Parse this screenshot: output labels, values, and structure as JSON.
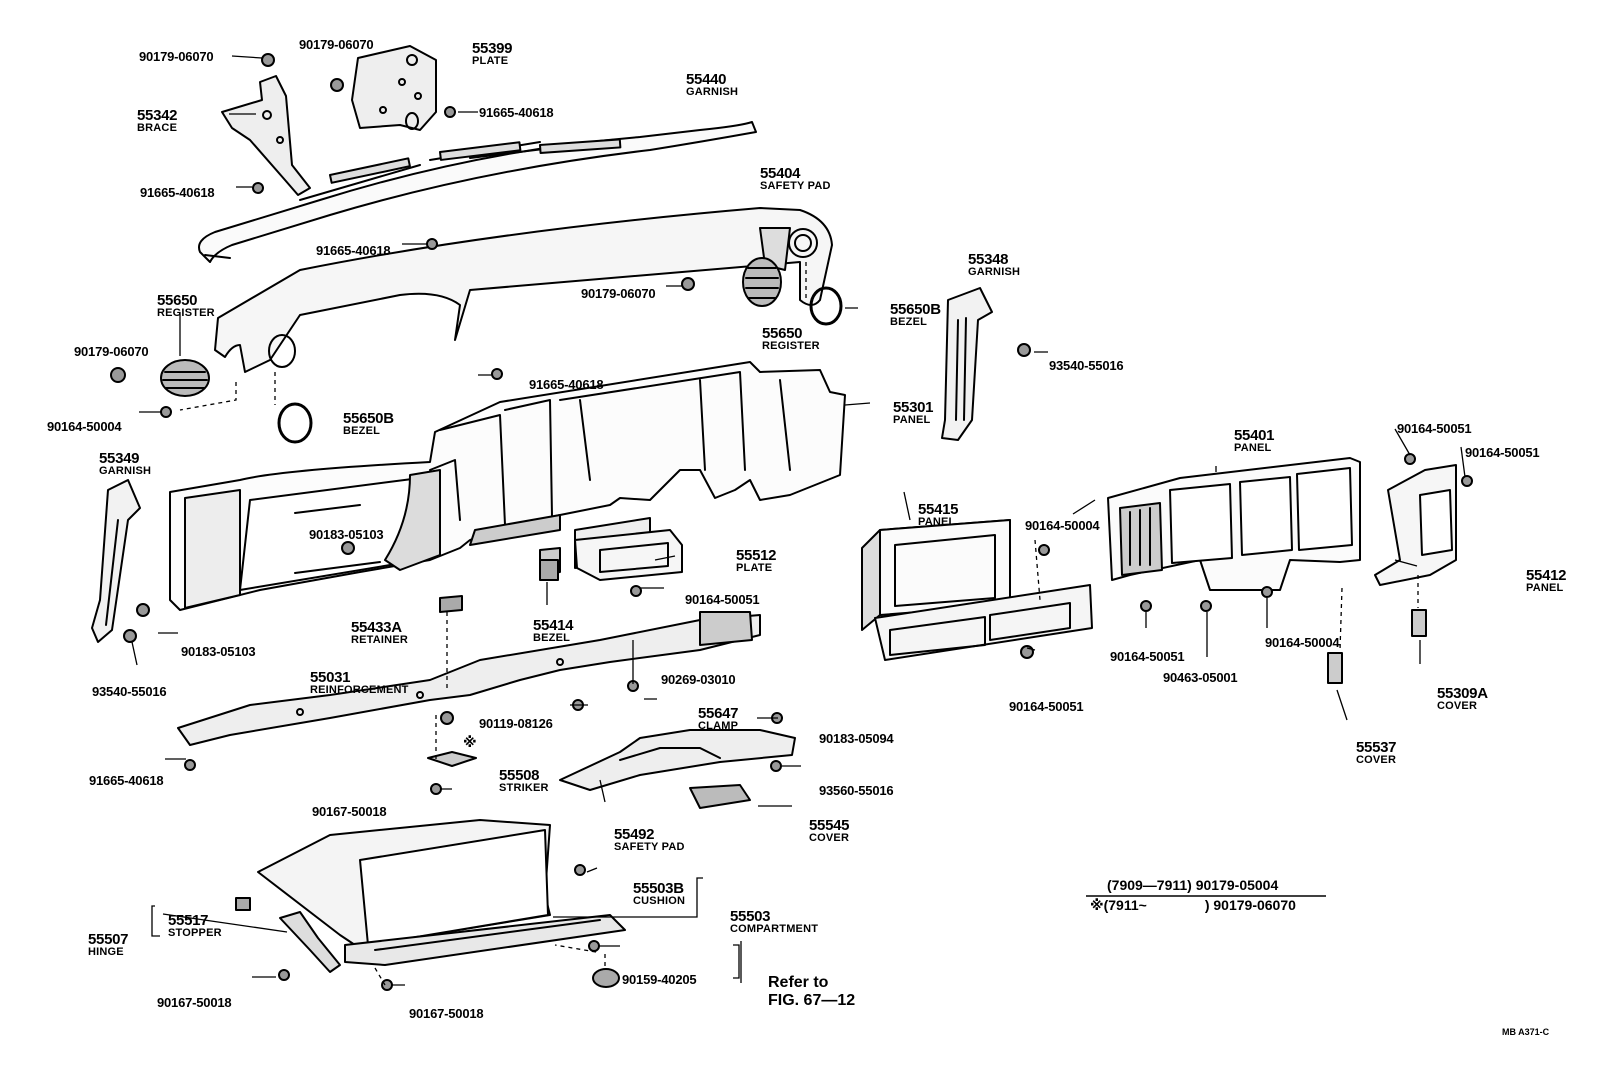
{
  "parts": {
    "p55399": {
      "number": "55399",
      "name": "PLATE"
    },
    "p55440": {
      "number": "55440",
      "name": "GARNISH"
    },
    "p55342": {
      "number": "55342",
      "name": "BRACE"
    },
    "p55404": {
      "number": "55404",
      "name": "SAFETY PAD"
    },
    "p55650a": {
      "number": "55650",
      "name": "REGISTER"
    },
    "p55650b": {
      "number": "55650",
      "name": "REGISTER"
    },
    "p55650Ba": {
      "number": "55650B",
      "name": "BEZEL"
    },
    "p55650Bb": {
      "number": "55650B",
      "name": "BEZEL"
    },
    "p55348": {
      "number": "55348",
      "name": "GARNISH"
    },
    "p55301": {
      "number": "55301",
      "name": "PANEL"
    },
    "p55349": {
      "number": "55349",
      "name": "GARNISH"
    },
    "p55401": {
      "number": "55401",
      "name": "PANEL"
    },
    "p55415": {
      "number": "55415",
      "name": "PANEL"
    },
    "p55412": {
      "number": "55412",
      "name": "PANEL"
    },
    "p55512": {
      "number": "55512",
      "name": "PLATE"
    },
    "p55433A": {
      "number": "55433A",
      "name": "RETAINER"
    },
    "p55414": {
      "number": "55414",
      "name": "BEZEL"
    },
    "p55309A": {
      "number": "55309A",
      "name": "COVER"
    },
    "p55031": {
      "number": "55031",
      "name": "REINFORCEMENT"
    },
    "p55647": {
      "number": "55647",
      "name": "CLAMP"
    },
    "p55537": {
      "number": "55537",
      "name": "COVER"
    },
    "p55508": {
      "number": "55508",
      "name": "STRIKER"
    },
    "p55492": {
      "number": "55492",
      "name": "SAFETY PAD"
    },
    "p55545": {
      "number": "55545",
      "name": "COVER"
    },
    "p55503B": {
      "number": "55503B",
      "name": "CUSHION"
    },
    "p55503": {
      "number": "55503",
      "name": "COMPARTMENT"
    },
    "p55517": {
      "number": "55517",
      "name": "STOPPER"
    },
    "p55507": {
      "number": "55507",
      "name": "HINGE"
    }
  },
  "fasteners": {
    "f01": "90179-06070",
    "f02": "90179-06070",
    "f03": "91665-40618",
    "f04": "91665-40618",
    "f05": "91665-40618",
    "f06": "90179-06070",
    "f07": "90179-06070",
    "f08": "93540-55016",
    "f09": "90164-50004",
    "f10": "91665-40618",
    "f11": "90164-50051",
    "f12": "90164-50051",
    "f13": "90183-05103",
    "f14": "90164-50004",
    "f15": "90183-05103",
    "f16": "90164-50051",
    "f17": "93540-55016",
    "f18": "90164-50051",
    "f19": "90164-50004",
    "f20": "90463-05001",
    "f21": "90269-03010",
    "f22": "90164-50051",
    "f23": "90119-08126",
    "f24": "90183-05094",
    "f25": "91665-40618",
    "f26": "93560-55016",
    "f27": "90167-50018",
    "f28": "90159-40205",
    "f29": "90167-50018",
    "f30": "90167-50018"
  },
  "marks": {
    "asterisk": "※"
  },
  "notes": {
    "line1_range": "(7909—7911)",
    "line1_part": "90179-05004",
    "line2_range": "※(7911~",
    "line2_close": ")",
    "line2_part": "90179-06070"
  },
  "reference": {
    "line1": "Refer to",
    "line2": "FIG. 67—12"
  },
  "figure_code": "MB  A371-C"
}
